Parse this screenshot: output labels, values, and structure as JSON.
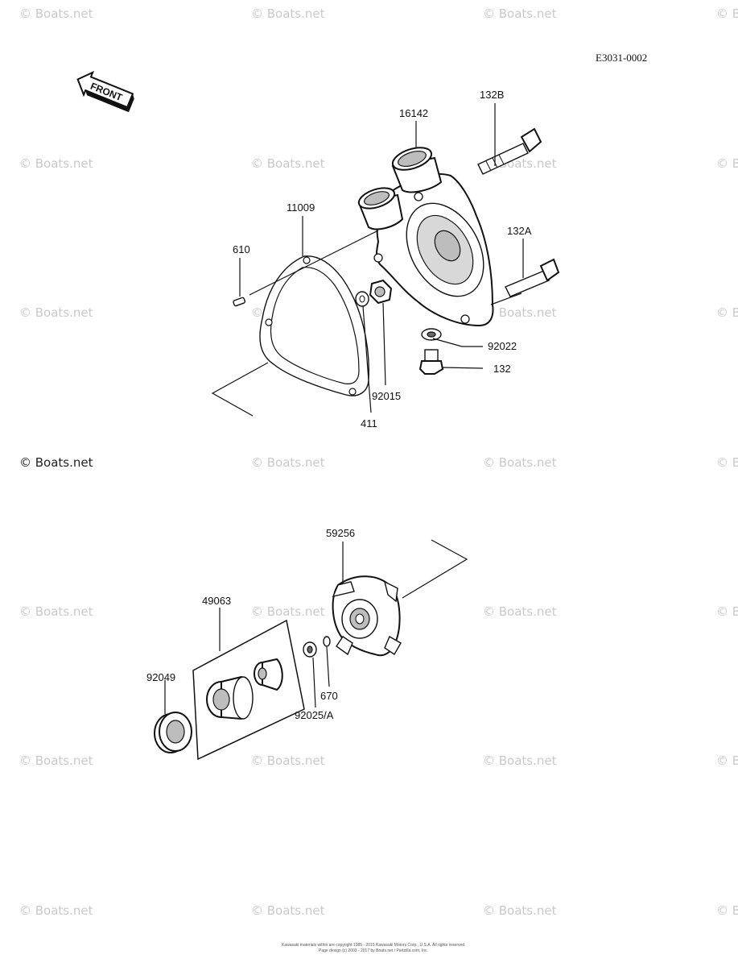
{
  "diagram": {
    "code": "E3031-0002",
    "front_label": "FRONT",
    "copyright_line1": "Kawasaki materials within are copyright 1985 - 2015 Kawasaki Motors Corp., U.S.A. All rights reserved.",
    "copyright_line2": "Page design (c) 2003 - 2017 by Boats.net / Partzilla.com, Inc."
  },
  "watermark": {
    "text": "© Boats.net",
    "prominent_text": "© Boats.net"
  },
  "parts": {
    "p16142": "16142",
    "p132B": "132B",
    "p11009": "11009",
    "p132A": "132A",
    "p610": "610",
    "p92022": "92022",
    "p132": "132",
    "p92015": "92015",
    "p411": "411",
    "p59256": "59256",
    "p49063": "49063",
    "p92049": "92049",
    "p670": "670",
    "p92025A": "92025/A"
  },
  "colors": {
    "line": "#111111",
    "watermark": "#c9c9c9"
  }
}
